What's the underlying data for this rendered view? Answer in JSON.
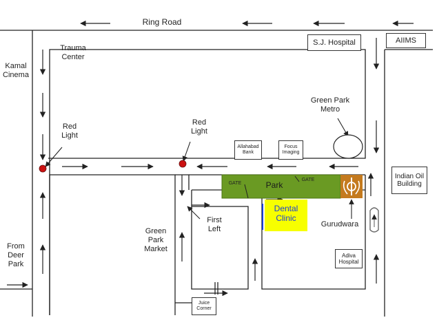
{
  "colors": {
    "road": "#222222",
    "arrow": "#222222",
    "park": "#6a9a23",
    "clinic": "#f7ff00",
    "clinic_text": "#1b3fd6",
    "gurudwara": "#c47a1e",
    "red_light": "#cc1111"
  },
  "labels": {
    "ring_road": "Ring Road",
    "sj_hospital": "S.J. Hospital",
    "aiims": "AIIMS",
    "trauma_center": "Trauma\nCenter",
    "kamal_cinema": "Kamal\nCinema",
    "red_light_left": "Red\nLight",
    "red_light_mid": "Red\nLight",
    "green_park_metro": "Green Park\nMetro",
    "allahabad_bank": "Allahabad\nBank",
    "focus_imaging": "Focus\nImaging",
    "indian_oil": "Indian Oil\nBuilding",
    "park": "Park",
    "gate_left": "GATE",
    "gate_right": "GATE",
    "dental_clinic": "Dental\nClinic",
    "gurudwara": "Gurudwara",
    "first_left": "First\nLeft",
    "green_park_market": "Green\nPark\nMarket",
    "from_deer_park": "From\nDeer\nPark",
    "adiva_hospital": "Adiva\nHospital",
    "juice_corner": "Juice\nCorner"
  },
  "icons": {
    "gurudwara": "khanda-icon",
    "u_turn": "u-turn-icon",
    "metro": "metro-oval-icon"
  }
}
